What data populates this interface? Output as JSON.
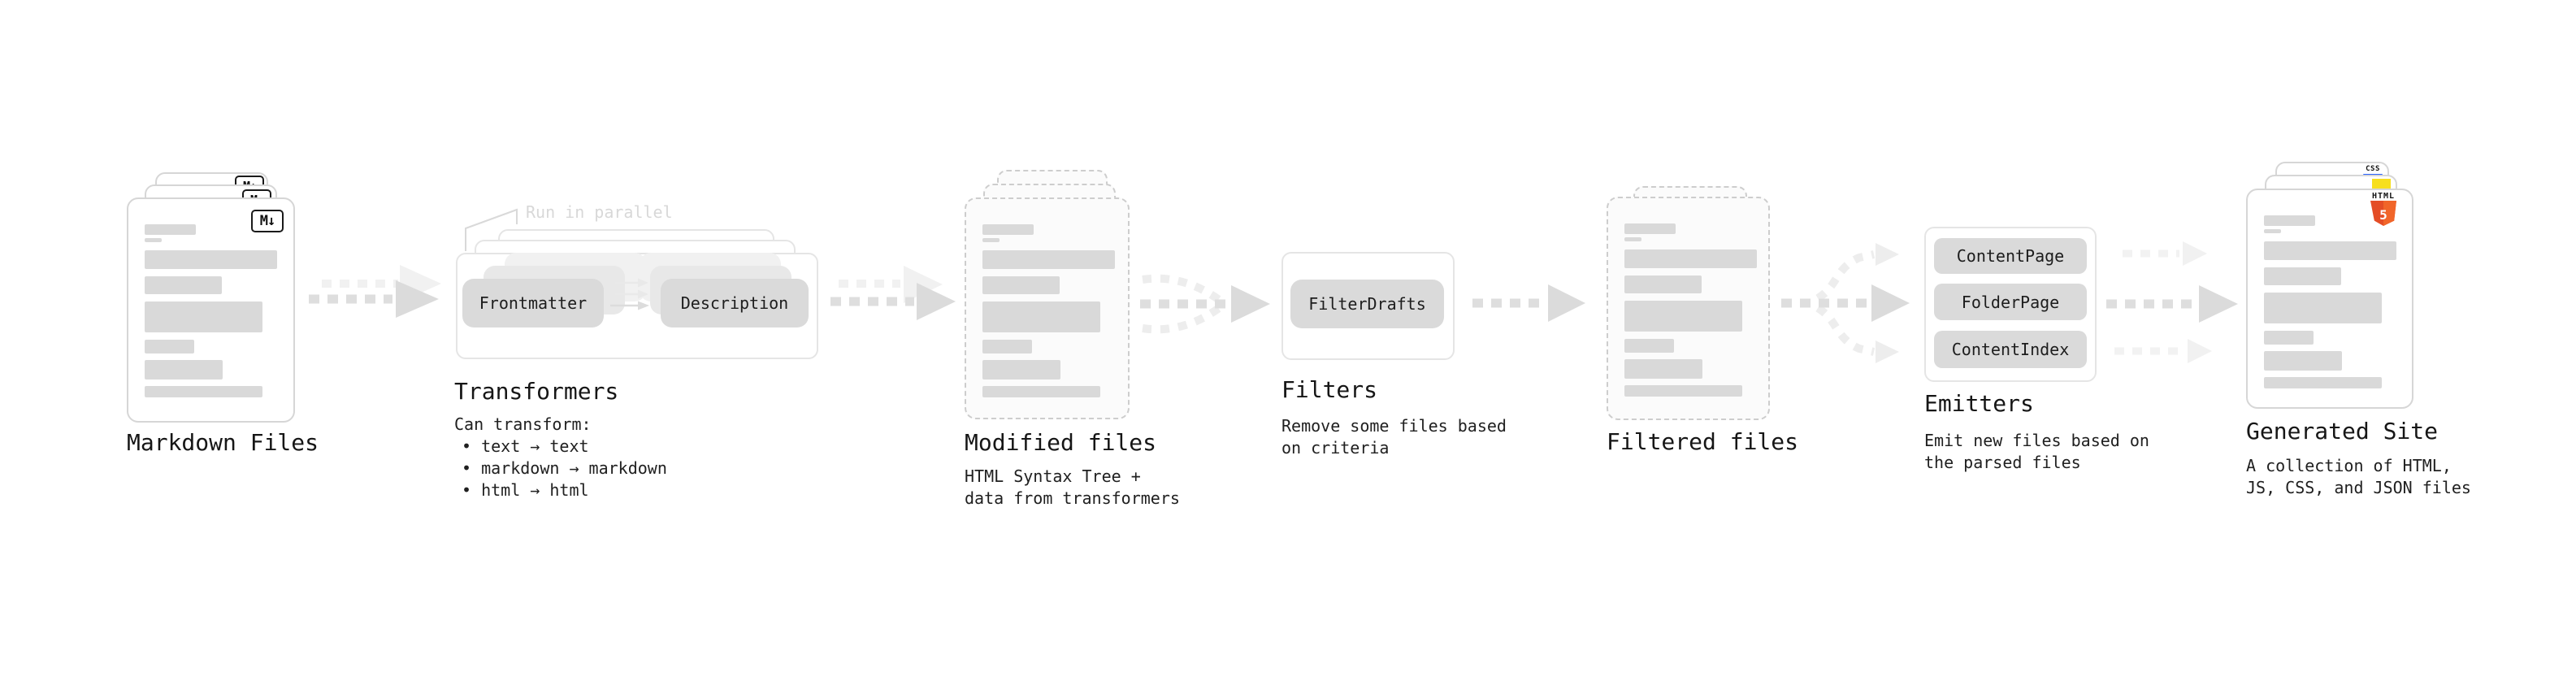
{
  "sections": {
    "markdown_files": {
      "label": "Markdown Files",
      "badge": "M↓"
    },
    "transformers": {
      "label": "Transformers",
      "annotation": "Run in parallel",
      "pill_left": "Frontmatter",
      "pill_right": "Description",
      "desc": [
        "Can transform:",
        "• text → text",
        "• markdown → markdown",
        "• html → html"
      ]
    },
    "modified_files": {
      "label": "Modified files",
      "desc": [
        "HTML Syntax Tree +",
        "data from transformers"
      ]
    },
    "filters": {
      "label": "Filters",
      "pill": "FilterDrafts",
      "desc": [
        "Remove some files based",
        "on criteria"
      ]
    },
    "filtered_files": {
      "label": "Filtered files"
    },
    "emitters": {
      "label": "Emitters",
      "pills": [
        "ContentPage",
        "FolderPage",
        "ContentIndex"
      ],
      "desc": [
        "Emit new files based on",
        "the parsed files"
      ]
    },
    "generated_site": {
      "label": "Generated Site",
      "desc": [
        "A collection of HTML,",
        "JS, CSS, and JSON files"
      ],
      "html_badge": "HTML",
      "html_badge_number": "5",
      "css_badge": "CSS"
    }
  },
  "doc_bars": [
    {
      "w": 63,
      "h": 13,
      "mb": 4
    },
    {
      "w": 21,
      "h": 5,
      "mb": 10
    },
    {
      "w": 163,
      "h": 23,
      "mb": 9
    },
    {
      "w": 95,
      "h": 22,
      "mb": 9
    },
    {
      "w": 145,
      "h": 38,
      "mb": 9
    },
    {
      "w": 61,
      "h": 17,
      "mb": 8
    },
    {
      "w": 96,
      "h": 24,
      "mb": 8
    },
    {
      "w": 145,
      "h": 14,
      "mb": 0
    }
  ],
  "colors": {
    "bar_gray": "#d9d9d9",
    "pill_gray": "#dadada",
    "arrow_gray": "#dedede",
    "arrow_light": "#f1f1f1",
    "annotation_gray": "#d8d8d8",
    "text_dark": "#1b1b1b",
    "accent_html5": "#e44d26",
    "accent_html5_light": "#f16529",
    "accent_js": "#f7df1e",
    "accent_css": "#2962ff"
  }
}
